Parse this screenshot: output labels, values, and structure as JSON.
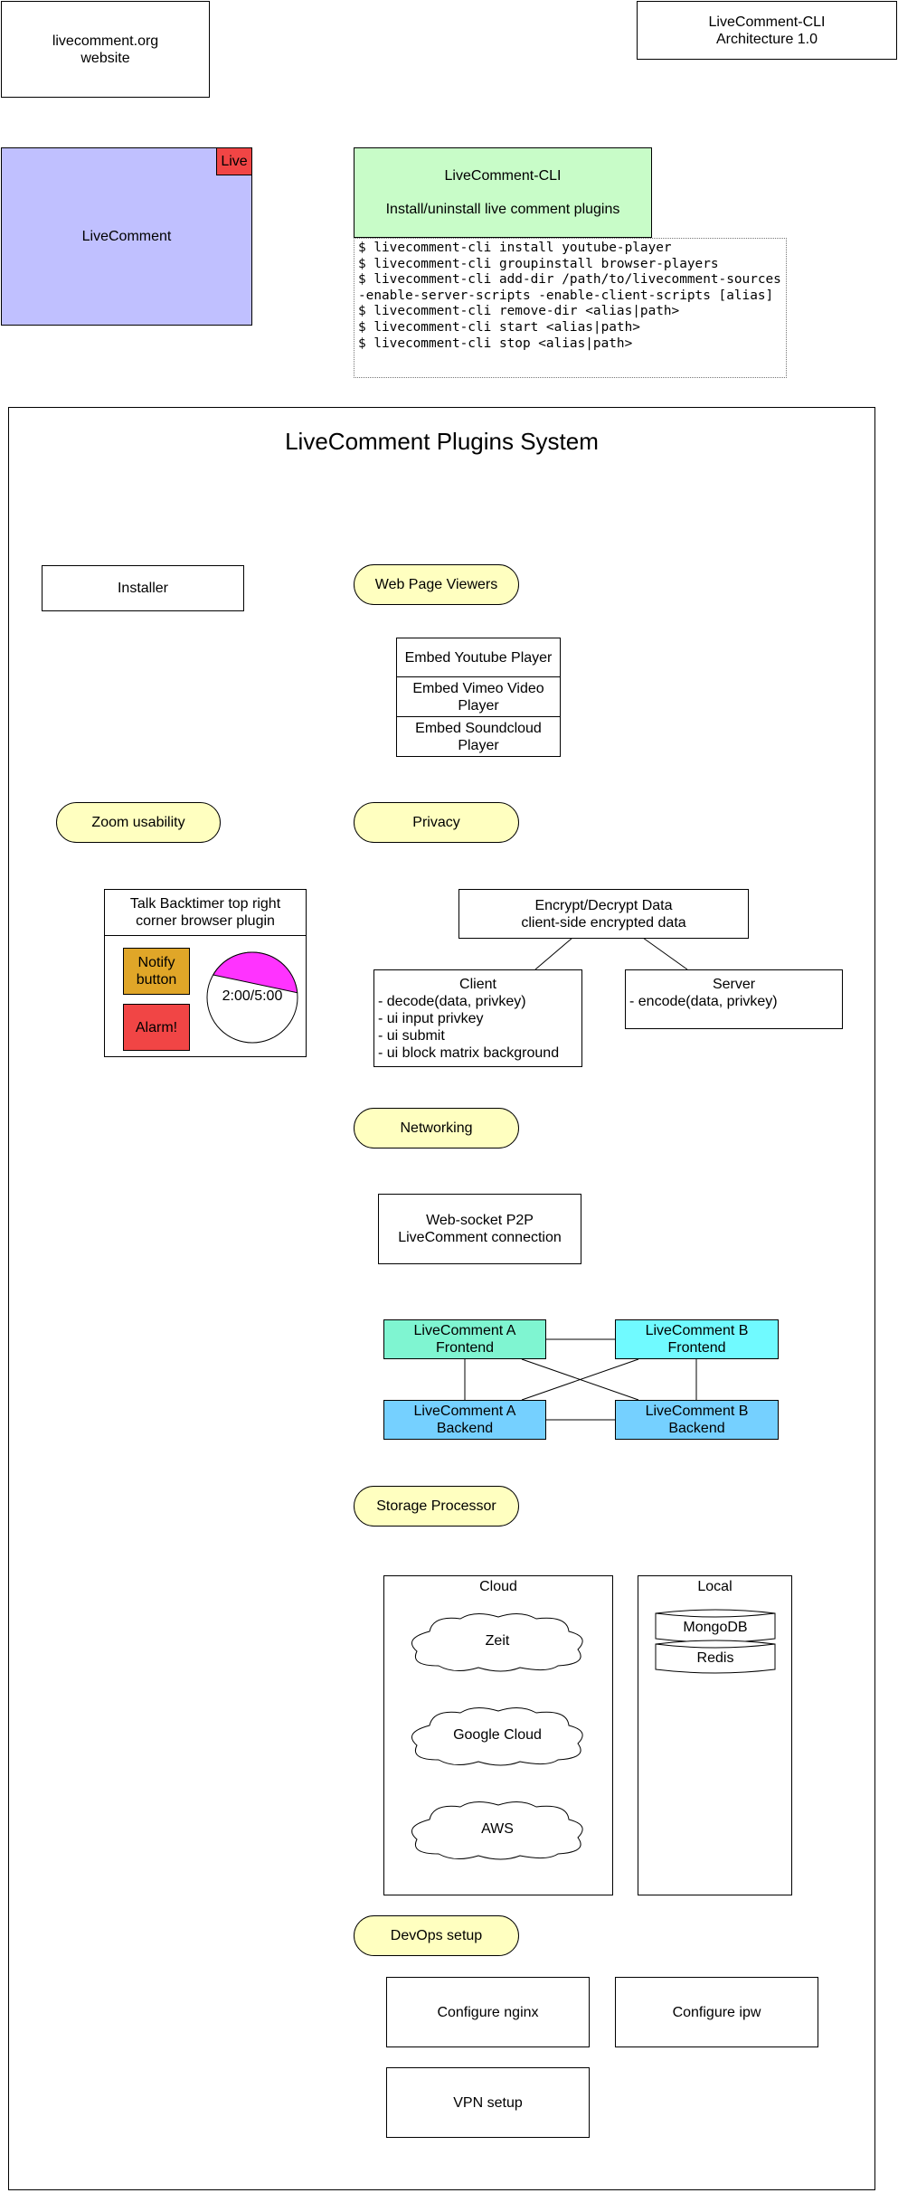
{
  "header": {
    "website": [
      "livecomment.org",
      "website"
    ],
    "architecture": [
      "LiveComment-CLI",
      "Architecture 1.0"
    ]
  },
  "livecomment": {
    "label": "LiveComment",
    "badge": "Live"
  },
  "cli": {
    "title": "LiveComment-CLI",
    "subtitle": "Install/uninstall live comment plugins",
    "commands": "$ livecomment-cli install youtube-player\n$ livecomment-cli groupinstall browser-players\n$ livecomment-cli add-dir /path/to/livecomment-sources -enable-server-scripts -enable-client-scripts [alias]\n$ livecomment-cli remove-dir <alias|path>\n$ livecomment-cli start <alias|path>\n$ livecomment-cli stop <alias|path>"
  },
  "system": {
    "title": "LiveComment Plugins System"
  },
  "installer": {
    "label": "Installer"
  },
  "web_viewers": {
    "label": "Web Page Viewers",
    "items": [
      "Embed Youtube Player",
      "Embed Vimeo Video Player",
      "Embed Soundcloud Player"
    ]
  },
  "zoom": {
    "label": "Zoom usability",
    "plugin_title": "Talk Backtimer top right corner browser plugin",
    "notify": [
      "Notify",
      "button"
    ],
    "alarm": "Alarm!",
    "timer": "2:00/5:00",
    "timer_progress": 0.4,
    "colors": {
      "notify": "#e0a628",
      "alarm": "#f14545",
      "timer": "#ff33ff"
    }
  },
  "privacy": {
    "label": "Privacy",
    "encrypt": [
      "Encrypt/Decrypt Data",
      "client-side encrypted data"
    ],
    "client": {
      "title": "Client",
      "lines": [
        "- decode(data, privkey)",
        "- ui input privkey",
        "- ui submit",
        "- ui block matrix background"
      ]
    },
    "server": {
      "title": "Server",
      "lines": [
        "- encode(data, privkey)"
      ]
    }
  },
  "networking": {
    "label": "Networking",
    "p2p": [
      "Web-socket P2P",
      "LiveComment connection"
    ],
    "a_frontend": [
      "LiveComment A",
      "Frontend"
    ],
    "b_frontend": [
      "LiveComment B",
      "Frontend"
    ],
    "a_backend": [
      "LiveComment A",
      "Backend"
    ],
    "b_backend": [
      "LiveComment B",
      "Backend"
    ],
    "colors": {
      "a_frontend": "#7ff5d1",
      "b_frontend": "#70faff",
      "backend": "#75d0ff"
    }
  },
  "storage": {
    "label": "Storage Processor",
    "cloud_title": "Cloud",
    "clouds": [
      "Zeit",
      "Google Cloud",
      "AWS"
    ],
    "local_title": "Local",
    "local": [
      "MongoDB",
      "Redis"
    ]
  },
  "devops": {
    "label": "DevOps setup",
    "items": [
      "Configure nginx",
      "Configure ipw",
      "VPN setup"
    ]
  },
  "colors": {
    "pill": "#ffffc0",
    "livecomment": "#c0c0ff",
    "badge": "#f14545",
    "cli": "#c8fcc8"
  }
}
